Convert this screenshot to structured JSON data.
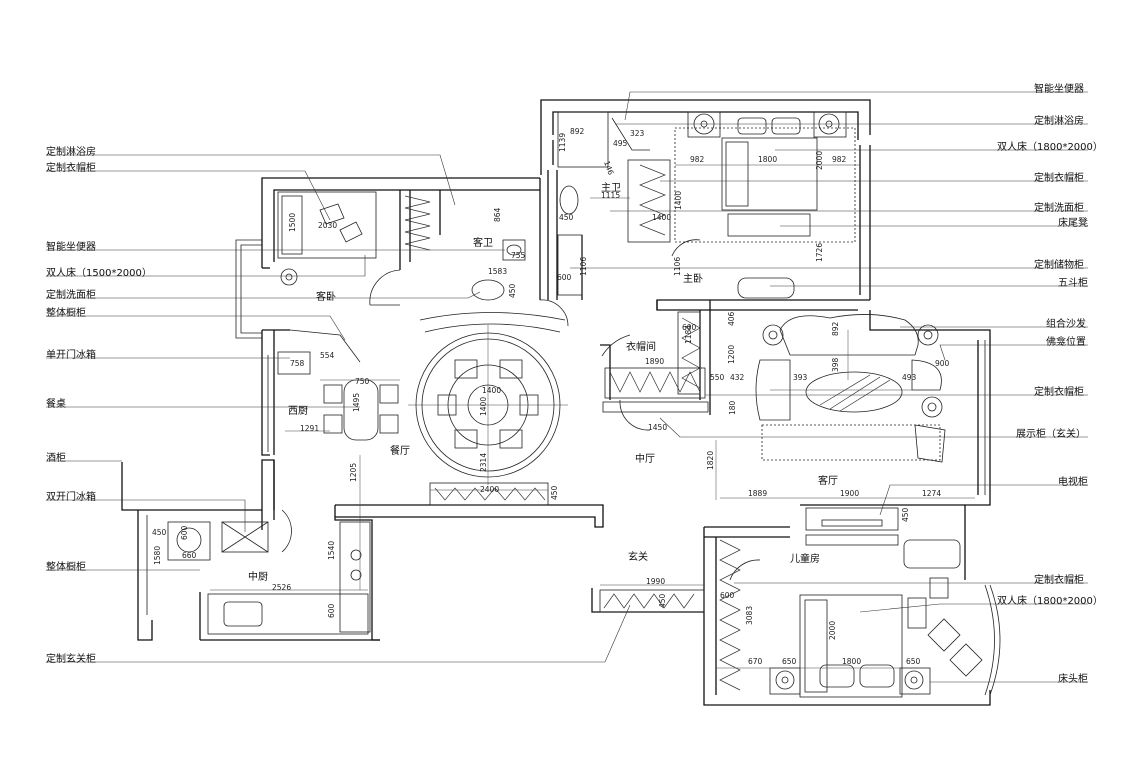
{
  "left_labels": [
    {
      "id": "l1",
      "text": "定制淋浴房"
    },
    {
      "id": "l2",
      "text": "定制衣帽柜"
    },
    {
      "id": "l3",
      "text": "智能坐便器"
    },
    {
      "id": "l4",
      "text": "双人床（1500*2000）"
    },
    {
      "id": "l5",
      "text": "定制洗面柜"
    },
    {
      "id": "l6",
      "text": "整体橱柜"
    },
    {
      "id": "l7",
      "text": "单开门冰箱"
    },
    {
      "id": "l8",
      "text": "餐桌"
    },
    {
      "id": "l9",
      "text": "酒柜"
    },
    {
      "id": "l10",
      "text": "双开门冰箱"
    },
    {
      "id": "l11",
      "text": "整体橱柜"
    },
    {
      "id": "l12",
      "text": "定制玄关柜"
    }
  ],
  "right_labels": [
    {
      "id": "r1",
      "text": "智能坐便器"
    },
    {
      "id": "r2",
      "text": "定制淋浴房"
    },
    {
      "id": "r3",
      "text": "双人床（1800*2000）"
    },
    {
      "id": "r4",
      "text": "定制衣帽柜"
    },
    {
      "id": "r5",
      "text": "定制洗面柜"
    },
    {
      "id": "r6",
      "text": "床尾凳"
    },
    {
      "id": "r7",
      "text": "定制储物柜"
    },
    {
      "id": "r8",
      "text": "五斗柜"
    },
    {
      "id": "r9",
      "text": "组合沙发"
    },
    {
      "id": "r10",
      "text": "佛龛位置"
    },
    {
      "id": "r11",
      "text": "定制衣帽柜"
    },
    {
      "id": "r12",
      "text": "展示柜（玄关）"
    },
    {
      "id": "r13",
      "text": "电视柜"
    },
    {
      "id": "r14",
      "text": "定制衣帽柜"
    },
    {
      "id": "r15",
      "text": "双人床（1800*2000）"
    },
    {
      "id": "r16",
      "text": "床头柜"
    }
  ],
  "rooms": [
    {
      "id": "keiwo",
      "text": "客卧"
    },
    {
      "id": "kewei",
      "text": "客卫"
    },
    {
      "id": "zhuwei",
      "text": "主卫"
    },
    {
      "id": "zhuwo",
      "text": "主卧"
    },
    {
      "id": "yimaojian",
      "text": "衣帽间"
    },
    {
      "id": "xichu",
      "text": "西厨"
    },
    {
      "id": "canting",
      "text": "餐厅"
    },
    {
      "id": "zhongting",
      "text": "中厅"
    },
    {
      "id": "keting",
      "text": "客厅"
    },
    {
      "id": "zhongchu",
      "text": "中厨"
    },
    {
      "id": "xuanguan",
      "text": "玄关"
    },
    {
      "id": "ertongfang",
      "text": "儿童房"
    }
  ],
  "dimensions": [
    {
      "id": "d1",
      "text": "892"
    },
    {
      "id": "d2",
      "text": "323"
    },
    {
      "id": "d3",
      "text": "495"
    },
    {
      "id": "d4",
      "text": "146"
    },
    {
      "id": "d5",
      "text": "1139"
    },
    {
      "id": "d6",
      "text": "982"
    },
    {
      "id": "d7",
      "text": "1800"
    },
    {
      "id": "d8",
      "text": "982"
    },
    {
      "id": "d9",
      "text": "2000"
    },
    {
      "id": "d10",
      "text": "1400"
    },
    {
      "id": "d11",
      "text": "1115"
    },
    {
      "id": "d12",
      "text": "1400"
    },
    {
      "id": "d13",
      "text": "450"
    },
    {
      "id": "d14",
      "text": "2030"
    },
    {
      "id": "d15",
      "text": "1500"
    },
    {
      "id": "d16",
      "text": "864"
    },
    {
      "id": "d17",
      "text": "755"
    },
    {
      "id": "d18",
      "text": "1583"
    },
    {
      "id": "d19",
      "text": "450"
    },
    {
      "id": "d20",
      "text": "600"
    },
    {
      "id": "d21",
      "text": "1106"
    },
    {
      "id": "d22",
      "text": "1106"
    },
    {
      "id": "d23",
      "text": "1726"
    },
    {
      "id": "d24",
      "text": "600"
    },
    {
      "id": "d25",
      "text": "406"
    },
    {
      "id": "d26",
      "text": "1184"
    },
    {
      "id": "d27",
      "text": "1890"
    },
    {
      "id": "d28",
      "text": "1200"
    },
    {
      "id": "d29",
      "text": "550"
    },
    {
      "id": "d30",
      "text": "432"
    },
    {
      "id": "d31",
      "text": "180"
    },
    {
      "id": "d32",
      "text": "1450"
    },
    {
      "id": "d33",
      "text": "892"
    },
    {
      "id": "d34",
      "text": "398"
    },
    {
      "id": "d35",
      "text": "393"
    },
    {
      "id": "d36",
      "text": "493"
    },
    {
      "id": "d37",
      "text": "900"
    },
    {
      "id": "d38",
      "text": "554"
    },
    {
      "id": "d39",
      "text": "758"
    },
    {
      "id": "d40",
      "text": "750"
    },
    {
      "id": "d41",
      "text": "1495"
    },
    {
      "id": "d42",
      "text": "1291"
    },
    {
      "id": "d43",
      "text": "1400"
    },
    {
      "id": "d44",
      "text": "1400"
    },
    {
      "id": "d45",
      "text": "2314"
    },
    {
      "id": "d46",
      "text": "2400"
    },
    {
      "id": "d47",
      "text": "450"
    },
    {
      "id": "d48",
      "text": "1205"
    },
    {
      "id": "d49",
      "text": "1820"
    },
    {
      "id": "d50",
      "text": "1889"
    },
    {
      "id": "d51",
      "text": "1900"
    },
    {
      "id": "d52",
      "text": "1274"
    },
    {
      "id": "d53",
      "text": "450"
    },
    {
      "id": "d54",
      "text": "450"
    },
    {
      "id": "d55",
      "text": "600"
    },
    {
      "id": "d56",
      "text": "660"
    },
    {
      "id": "d57",
      "text": "1580"
    },
    {
      "id": "d58",
      "text": "1540"
    },
    {
      "id": "d59",
      "text": "2526"
    },
    {
      "id": "d60",
      "text": "600"
    },
    {
      "id": "d61",
      "text": "1990"
    },
    {
      "id": "d62",
      "text": "450"
    },
    {
      "id": "d63",
      "text": "600"
    },
    {
      "id": "d64",
      "text": "3083"
    },
    {
      "id": "d65",
      "text": "670"
    },
    {
      "id": "d66",
      "text": "650"
    },
    {
      "id": "d67",
      "text": "1800"
    },
    {
      "id": "d68",
      "text": "650"
    },
    {
      "id": "d69",
      "text": "2000"
    }
  ],
  "colors": {
    "line": "#111111",
    "background": "#ffffff"
  }
}
